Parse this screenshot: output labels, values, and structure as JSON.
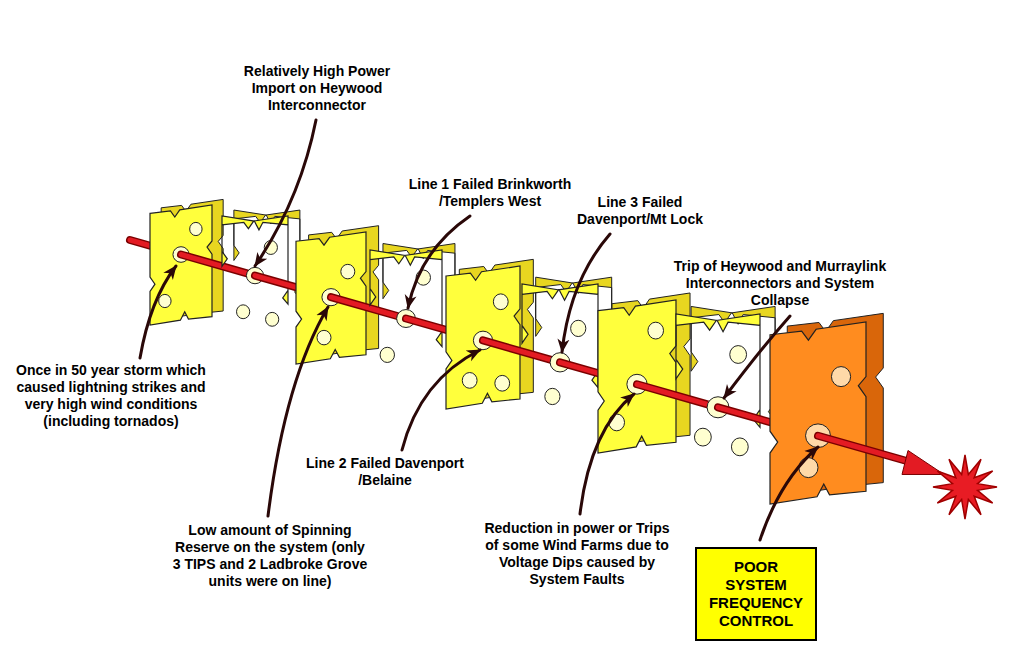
{
  "diagram": {
    "nodes": [
      {
        "text": [
          "POOR SYSTEM FREQUENCY CONTROL"
        ]
      }
    ],
    "labels": [
      "Relatively High Power Import on Heywood Interconnector",
      "Line 1 Failed Brinkworth /Templers West",
      "Line 3 Failed Davenport/Mt Lock",
      "Trip of Heywood and Murraylink Interconnectors and System Collapse",
      "Once in 50 year storm which caused lightning strikes and very high wind conditions (including tornados)",
      "Line 2 Failed Davenport /Belaine",
      "Low amount of Spinning Reserve on the system (only 3 TIPS and 2 Ladbroke Grove units were on line)",
      "Reduction in power or Trips of some Wind Farms due to Voltage Dips caused by System Faults"
    ]
  }
}
